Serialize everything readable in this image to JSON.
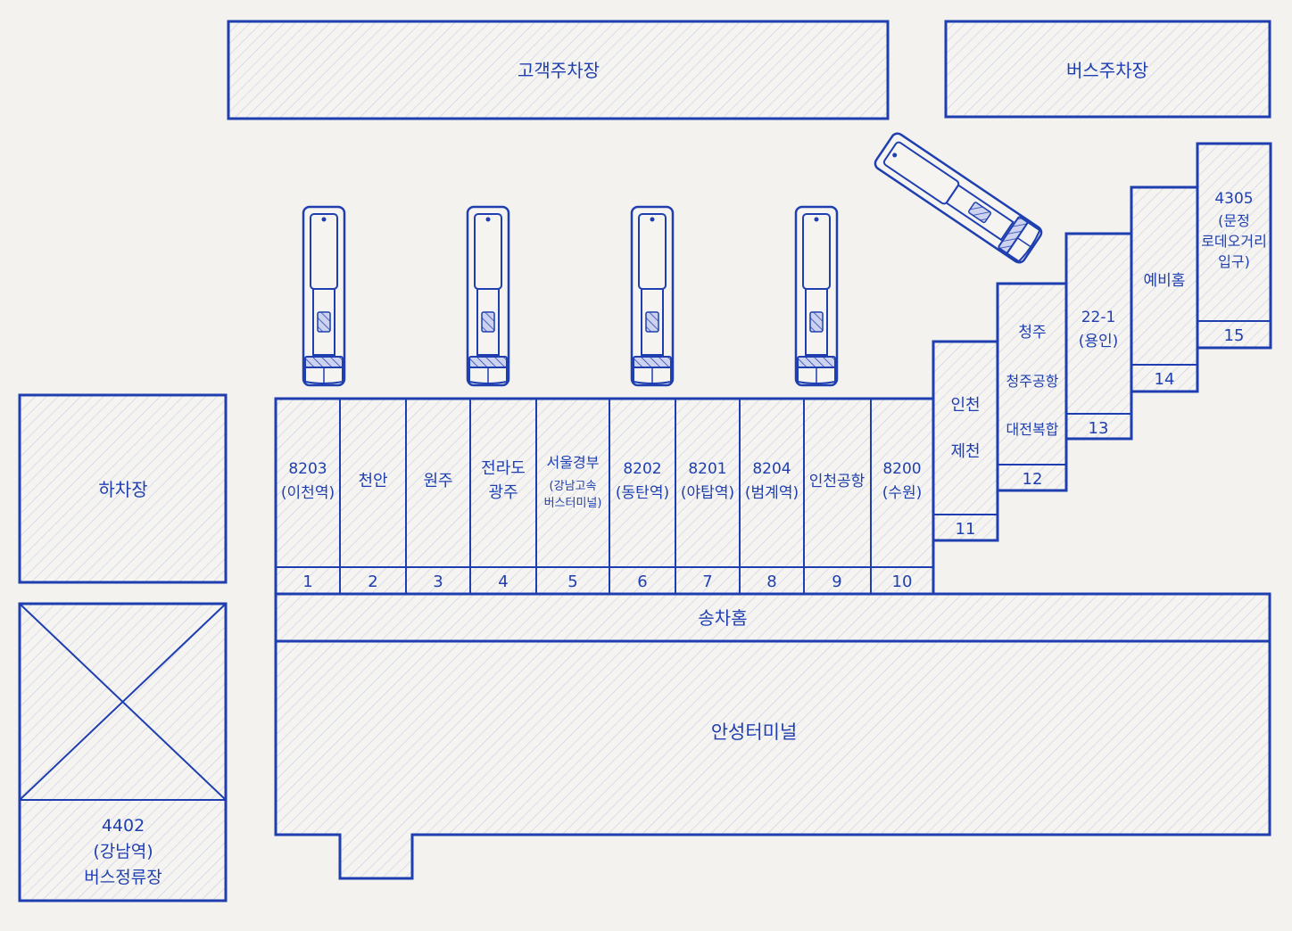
{
  "areas": {
    "customer_parking": "고객주차장",
    "bus_parking": "버스주차장",
    "drop_off": "하차장",
    "boarding_hall": "송차홈",
    "terminal": "안성터미널",
    "bus_stop": [
      "4402",
      "(강남역)",
      "버스정류장"
    ]
  },
  "bays": [
    {
      "number": "1",
      "lines": [
        "8203",
        "(이천역)"
      ]
    },
    {
      "number": "2",
      "lines": [
        "천안"
      ]
    },
    {
      "number": "3",
      "lines": [
        "원주"
      ]
    },
    {
      "number": "4",
      "lines": [
        "전라도",
        "광주"
      ]
    },
    {
      "number": "5",
      "lines": [
        "서울경부",
        "(강남고속",
        "버스터미널)"
      ]
    },
    {
      "number": "6",
      "lines": [
        "8202",
        "(동탄역)"
      ]
    },
    {
      "number": "7",
      "lines": [
        "8201",
        "(야탑역)"
      ]
    },
    {
      "number": "8",
      "lines": [
        "8204",
        "(범계역)"
      ]
    },
    {
      "number": "9",
      "lines": [
        "인천공항"
      ]
    },
    {
      "number": "10",
      "lines": [
        "8200",
        "(수원)"
      ]
    },
    {
      "number": "11",
      "lines": [
        "인천",
        "제천"
      ]
    },
    {
      "number": "12",
      "lines": [
        "청주",
        "청주공항",
        "대전복합"
      ]
    },
    {
      "number": "13",
      "lines": [
        "22-1",
        "(용인)"
      ]
    },
    {
      "number": "14",
      "lines": [
        "예비홈"
      ]
    },
    {
      "number": "15",
      "lines": [
        "4305",
        "(문정",
        "로데오거리",
        "입구)"
      ]
    }
  ]
}
